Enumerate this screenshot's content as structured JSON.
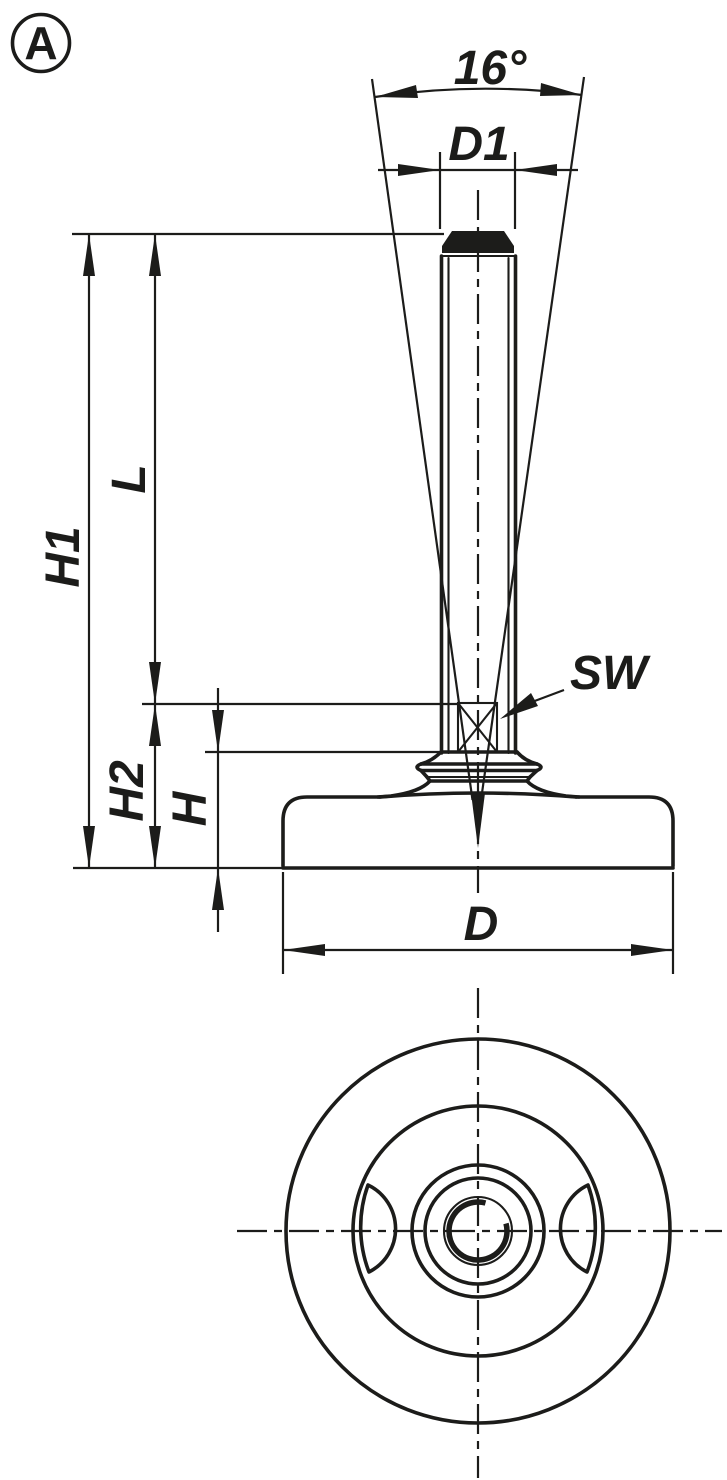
{
  "drawing": {
    "view_label": "A",
    "line_color": "#1c1c1a",
    "background_color": "#ffffff",
    "dimensions": {
      "tilt_angle": "16°",
      "spindle_diameter": "D1",
      "spindle_length": "L",
      "overall_height": "H1",
      "spanner_width": "SW",
      "lower_height": "H2",
      "base_height": "H",
      "base_diameter": "D"
    }
  }
}
